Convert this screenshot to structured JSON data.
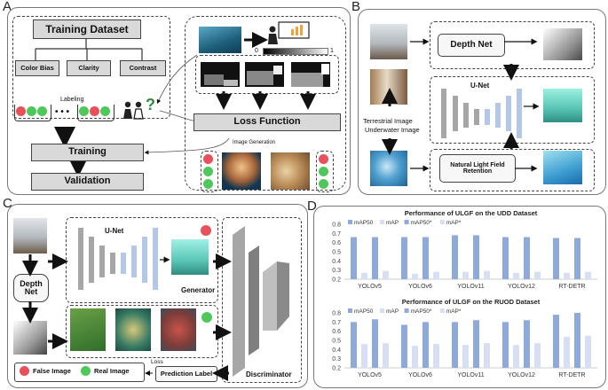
{
  "panels": {
    "a": {
      "letter": "A",
      "training_dataset": "Training Dataset",
      "labels": [
        "Color Bias",
        "Clarity",
        "Contrast"
      ],
      "labeling": "Labeling",
      "ellipsis": "• • •",
      "question": "?",
      "training": "Training",
      "validation": "Validation",
      "loss_function": "Loss Function",
      "image_generation": "Image Generation",
      "scale_min": "0",
      "scale_max": "1"
    },
    "b": {
      "letter": "B",
      "depth_net": "Depth Net",
      "unet": "U-Net",
      "terrestrial": "Terrestrial Image",
      "underwater": "Underwater Image",
      "nlfr": "Natural Light Field Retention"
    },
    "c": {
      "letter": "C",
      "unet": "U-Net",
      "depth_net": "Depth Net",
      "generator": "Generator",
      "discriminator": "Discriminator",
      "loss": "Loss",
      "false_image": "False Image",
      "real_image": "Real Image",
      "prediction_label": "Prediction Label"
    },
    "d": {
      "letter": "D"
    }
  },
  "colors": {
    "map50": "#8eaadb",
    "map": "#d6e0f2",
    "map50_star": "#8eaadb",
    "map_star": "#d6e0f2",
    "red_dot": "#e8505b",
    "green_dot": "#4fc85a",
    "unet_gray": "#a6a6a6",
    "unet_blue": "#b4c7e7",
    "gray_box": "#d9d9d9"
  },
  "icons": [
    "presenter-icon",
    "people-icon",
    "question-icon",
    "arrow-icon"
  ],
  "chart_data": [
    {
      "type": "bar",
      "title": "Performance of ULGF on the UDD Dataset",
      "categories": [
        "YOLOv5",
        "YOLOv6",
        "YOLOv11",
        "YOLOv12",
        "RT-DETR"
      ],
      "series": [
        {
          "name": "mAP50",
          "values": [
            0.66,
            0.66,
            0.68,
            0.66,
            0.65
          ]
        },
        {
          "name": "mAP",
          "values": [
            0.27,
            0.26,
            0.28,
            0.27,
            0.27
          ]
        },
        {
          "name": "mAP50*",
          "values": [
            0.66,
            0.66,
            0.68,
            0.66,
            0.65
          ]
        },
        {
          "name": "mAP*",
          "values": [
            0.29,
            0.28,
            0.29,
            0.28,
            0.28
          ]
        }
      ],
      "ylim": [
        0.2,
        0.8
      ],
      "yticks": [
        "0.2",
        "0.3",
        "0.4",
        "0.5",
        "0.6",
        "0.7",
        "0.8"
      ],
      "legend": "top-left",
      "grid": false
    },
    {
      "type": "bar",
      "title": "Performance of ULGF on the RUOD Dataset",
      "categories": [
        "YOLOv5",
        "YOLOv6",
        "YOLOv11",
        "YOLOv12",
        "RT-DETR"
      ],
      "series": [
        {
          "name": "mAP50",
          "values": [
            0.7,
            0.67,
            0.7,
            0.7,
            0.78
          ]
        },
        {
          "name": "mAP",
          "values": [
            0.46,
            0.44,
            0.45,
            0.45,
            0.54
          ]
        },
        {
          "name": "mAP50*",
          "values": [
            0.73,
            0.7,
            0.72,
            0.72,
            0.8
          ]
        },
        {
          "name": "mAP*",
          "values": [
            0.47,
            0.46,
            0.47,
            0.47,
            0.55
          ]
        }
      ],
      "ylim": [
        0.2,
        0.8
      ],
      "yticks": [
        "0.2",
        "0.3",
        "0.4",
        "0.5",
        "0.6",
        "0.7",
        "0.8"
      ],
      "legend": "top-left",
      "grid": false
    }
  ]
}
